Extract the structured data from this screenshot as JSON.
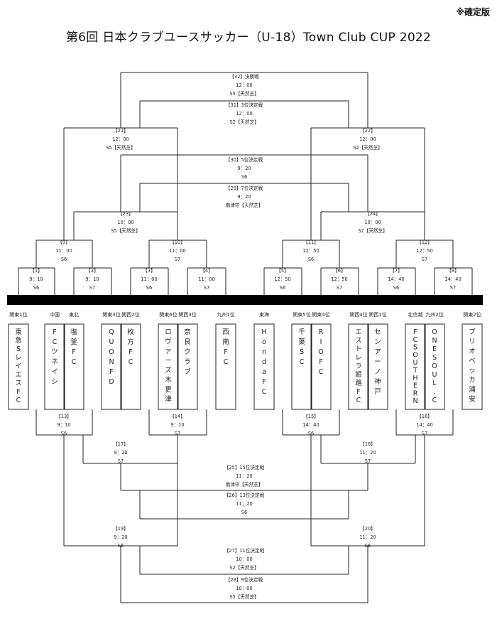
{
  "header": {
    "note": "※確定版",
    "title": "第6回 日本クラブユースサッカー（U-18）Town Club CUP 2022"
  },
  "teams": [
    {
      "region": "関東1位",
      "name": "東急Sレイエス FC"
    },
    {
      "region": "中国",
      "name": "FCツネイシ"
    },
    {
      "region": "東北",
      "name": "塩釜FC"
    },
    {
      "region": "関東3位",
      "name": "QUON FD"
    },
    {
      "region": "関西2位",
      "name": "枚方FC"
    },
    {
      "region": "関東6位",
      "name": "ロヴァーズ木更津"
    },
    {
      "region": "関西3位",
      "name": "奈良クラブ"
    },
    {
      "region": "九州1位",
      "name": "西南FC"
    },
    {
      "region": "東海",
      "name": "HondaFC"
    },
    {
      "region": "関東5位",
      "name": "千葉SC"
    },
    {
      "region": "関東4位",
      "name": "RIO FC"
    },
    {
      "region": "関西4位",
      "name": "エストレラ姫路FC"
    },
    {
      "region": "関西1位",
      "name": "センアーノ神戸"
    },
    {
      "region": "北信越",
      "name": "FC SOUTHERN"
    },
    {
      "region": "九州2位",
      "name": "ONE SOUL.C"
    },
    {
      "region": "関東2位",
      "name": "ブリオベッカ浦安"
    }
  ],
  "matches": {
    "m1": {
      "no": "【1】",
      "time": "9：10",
      "venue": "S6"
    },
    "m2": {
      "no": "【2】",
      "time": "9：10",
      "venue": "S7"
    },
    "m3": {
      "no": "【3】",
      "time": "11：00",
      "venue": "S6"
    },
    "m4": {
      "no": "【4】",
      "time": "11：00",
      "venue": "S7"
    },
    "m5": {
      "no": "【5】",
      "time": "12：50",
      "venue": "S6"
    },
    "m6": {
      "no": "【6】",
      "time": "12：50",
      "venue": "S7"
    },
    "m7": {
      "no": "【7】",
      "time": "14：40",
      "venue": "S6"
    },
    "m8": {
      "no": "【8】",
      "time": "14：40",
      "venue": "S7"
    },
    "m9": {
      "no": "【9】",
      "time": "11：00",
      "venue": "S6"
    },
    "m10": {
      "no": "【10】",
      "time": "11：00",
      "venue": "S7"
    },
    "m11": {
      "no": "【11】",
      "time": "12：50",
      "venue": "S6"
    },
    "m12": {
      "no": "【12】",
      "time": "12：50",
      "venue": "S7"
    },
    "m13": {
      "no": "【13】",
      "time": "9：10",
      "venue": "S6"
    },
    "m14": {
      "no": "【14】",
      "time": "9：10",
      "venue": "S7"
    },
    "m15": {
      "no": "【15】",
      "time": "14：40",
      "venue": "S6"
    },
    "m16": {
      "no": "【16】",
      "time": "14：40",
      "venue": "S7"
    },
    "m17": {
      "no": "【17】",
      "time": "9：20",
      "venue": "S7"
    },
    "m18": {
      "no": "【18】",
      "time": "11：20",
      "venue": "S7"
    },
    "m19": {
      "no": "【19】",
      "time": "9：20",
      "venue": "S6"
    },
    "m20": {
      "no": "【20】",
      "time": "11：20",
      "venue": "S6"
    },
    "m21": {
      "no": "【21】",
      "time": "12：00",
      "venue": "S5【天然芝】"
    },
    "m22": {
      "no": "【22】",
      "time": "12：00",
      "venue": "S2【天然芝】"
    },
    "m23": {
      "no": "【23】",
      "time": "10：00",
      "venue": "S5【天然芝】"
    },
    "m24": {
      "no": "【24】",
      "time": "10：00",
      "venue": "S2【天然芝】"
    }
  },
  "ranking_matches": {
    "final": {
      "title": "【32】決勝戦",
      "time": "12：00",
      "venue": "S5【天然芝】"
    },
    "third": {
      "title": "【31】3位決定戦",
      "time": "12：00",
      "venue": "S2【天然芝】"
    },
    "fifth": {
      "title": "【30】5位決定戦",
      "time": "9：20",
      "venue": "S6"
    },
    "seventh": {
      "title": "【29】7位決定戦",
      "time": "9：20",
      "venue": "南津守【天然芝】"
    },
    "fifteenth": {
      "title": "【25】15位決定戦",
      "time": "11：20",
      "venue": "南津守【天然芝】"
    },
    "thirteenth": {
      "title": "【26】13位決定戦",
      "time": "11：20",
      "venue": "S6"
    },
    "eleventh": {
      "title": "【27】11位決定戦",
      "time": "10：00",
      "venue": "S2【天然芝】"
    },
    "ninth": {
      "title": "【28】9位決定戦",
      "time": "10：00",
      "venue": "S5【天然芝】"
    }
  }
}
